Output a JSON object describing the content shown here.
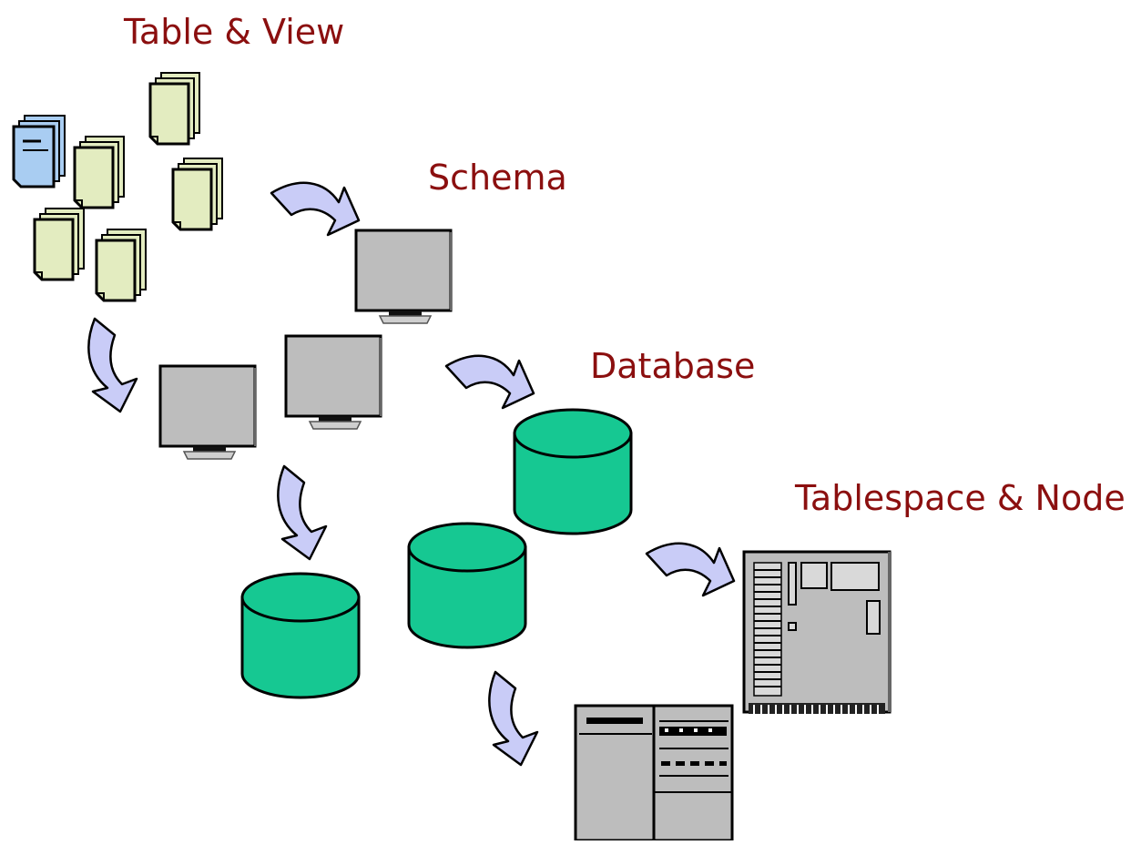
{
  "labels": {
    "table_view": "Table & View",
    "schema": "Schema",
    "database": "Database",
    "tablespace_node": "Tablespace & Node"
  },
  "colors": {
    "label": "#8b0f0f",
    "document_page": "#e3ecc0",
    "document_page_blue": "#a9cdf2",
    "schema_box": "#bdbdbd",
    "database_cylinder": "#16c892",
    "arrow": "#c9ccf7",
    "hardware": "#bdbdbd"
  },
  "icons": [
    "document-icon",
    "schema-icon",
    "database-icon",
    "circuit-board-icon",
    "server-icon",
    "arrow-icon"
  ]
}
